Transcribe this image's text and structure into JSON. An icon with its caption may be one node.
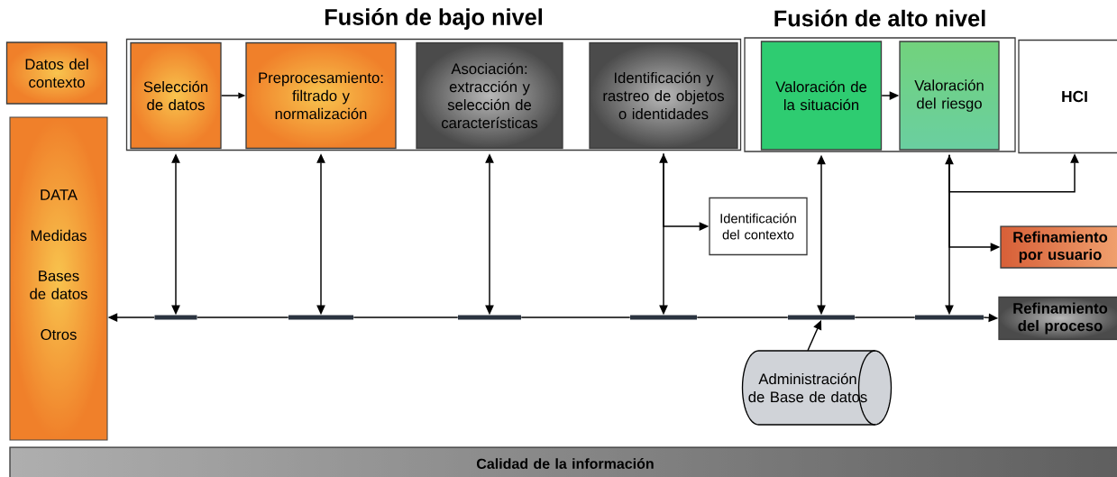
{
  "diagram": {
    "nodes": [
      {
        "text": [
          "Datos del contexto"
        ]
      },
      {
        "text": [
          "DATA",
          "Medidas",
          "Bases de datos",
          "Otros"
        ]
      },
      {
        "text": [
          "Fusión de bajo nivel"
        ]
      },
      {
        "text": [
          "Selección de datos"
        ],
        "in": 2
      },
      {
        "text": [
          "Preprocesamiento: filtrado y normalización"
        ],
        "in": 2
      },
      {
        "text": [
          "Asociación: extracción y selección de características"
        ],
        "in": 2
      },
      {
        "text": [
          "Identificación y rastreo de objetos o identidades"
        ],
        "in": 2
      },
      {
        "text": [
          "Fusión de alto nivel"
        ]
      },
      {
        "text": [
          "Valoración de la situación"
        ],
        "in": 7
      },
      {
        "text": [
          "Valoración del riesgo"
        ],
        "in": 7
      },
      {
        "text": [
          "HCI"
        ]
      },
      {
        "text": [
          "Identificación del contexto"
        ]
      },
      {
        "text": [
          "Refinamiento por usuario"
        ]
      },
      {
        "text": [
          "Refinamiento del proceso"
        ]
      },
      {
        "text": [
          "Administración de Base de datos"
        ]
      },
      {
        "text": [
          "Calidad de la información"
        ]
      },
      {
        "text": [],
        "shape": "bar"
      },
      {
        "text": [],
        "shape": "bar"
      },
      {
        "text": [],
        "shape": "bar"
      },
      {
        "text": [],
        "shape": "bar"
      },
      {
        "text": [],
        "shape": "bar"
      },
      {
        "text": [],
        "shape": "bar"
      }
    ],
    "edges": [
      {
        "from": 3,
        "to": 4,
        "arrow": "to"
      },
      {
        "from": 8,
        "to": 9,
        "arrow": "to"
      },
      {
        "from": 3,
        "to": 16,
        "arrow": "both"
      },
      {
        "from": 4,
        "to": 17,
        "arrow": "both"
      },
      {
        "from": 5,
        "to": 18,
        "arrow": "both"
      },
      {
        "from": 6,
        "to": 19,
        "arrow": "both"
      },
      {
        "from": 8,
        "to": 20,
        "arrow": "both"
      },
      {
        "from": 9,
        "to": 21,
        "arrow": "both"
      },
      {
        "from": 6,
        "to": 11,
        "arrow": "to"
      },
      {
        "from": 9,
        "to": 10,
        "arrow": "to"
      },
      {
        "from": 9,
        "to": 12,
        "arrow": "to"
      },
      {
        "from": 14,
        "to": 20,
        "arrow": "to"
      },
      {
        "from": 21,
        "to": 20,
        "arrow": "none"
      },
      {
        "from": 20,
        "to": 19,
        "arrow": "none"
      },
      {
        "from": 19,
        "to": 18,
        "arrow": "none"
      },
      {
        "from": 18,
        "to": 17,
        "arrow": "none"
      },
      {
        "from": 17,
        "to": 16,
        "arrow": "none"
      },
      {
        "from": 16,
        "to": 1,
        "arrow": "to"
      },
      {
        "from": 21,
        "to": 13,
        "arrow": "to"
      }
    ]
  }
}
